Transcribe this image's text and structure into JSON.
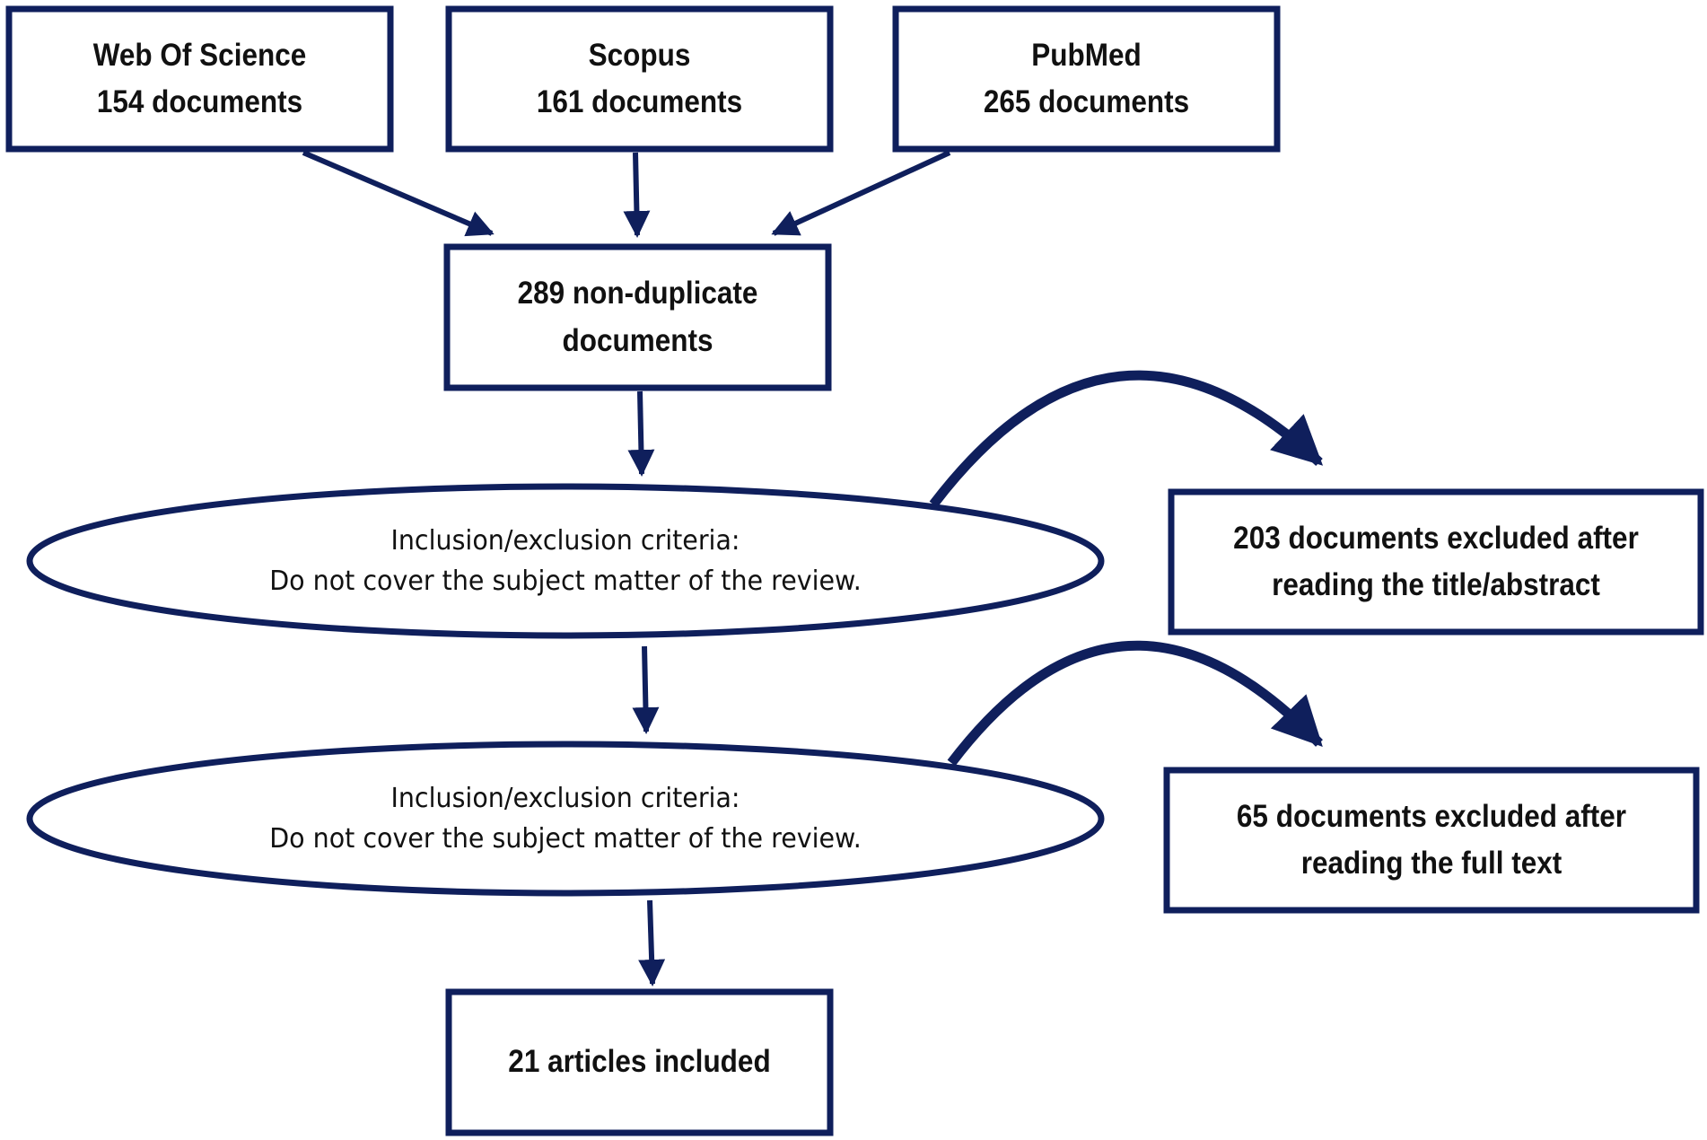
{
  "colors": {
    "stroke": "#0f1f5c",
    "text": "#111111",
    "background": "#ffffff"
  },
  "sources": [
    {
      "name": "Web Of Science",
      "count": "154 documents"
    },
    {
      "name": "Scopus",
      "count": "161 documents"
    },
    {
      "name": "PubMed",
      "count": "265 documents"
    }
  ],
  "merged": {
    "line1": "289 non-duplicate",
    "line2": "documents"
  },
  "screening": [
    {
      "line1": "Inclusion/exclusion criteria:",
      "line2": "Do not cover the subject matter of the review."
    },
    {
      "line1": "Inclusion/exclusion criteria:",
      "line2": "Do not cover the subject matter of the review."
    }
  ],
  "exclusions": [
    {
      "line1": "203 documents excluded after",
      "line2": "reading the title/abstract"
    },
    {
      "line1": "65 documents excluded after",
      "line2": "reading the full text"
    }
  ],
  "included": {
    "label": "21 articles included"
  }
}
